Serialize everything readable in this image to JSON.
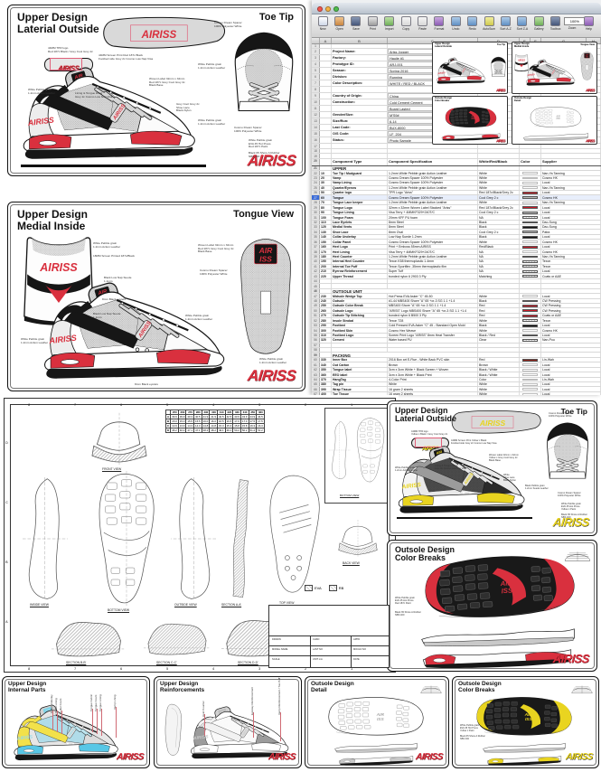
{
  "brand": "AIRISS",
  "brand_stack1": "AIR",
  "brand_stack2": "ISS",
  "colors": {
    "red": "#d9303e",
    "yellow": "#e9d420",
    "black": "#161616",
    "darkred": "#8f1d14",
    "grey": "#b9b9b9",
    "cyan": "#7fd4e8"
  },
  "panels": {
    "upper_lateral_red": {
      "title": "Upper Design\nLaterial Outside",
      "corner": "Toe Tip",
      "annotations": [
        "Cosmo Dream Spacer\n100% Polyester White",
        "44MM  TPR logo\nRed 187c Black / Grey Cool Grey 2c",
        "44MM  Screen Print Red 187c Black\nFootbed side  Grey 2c Cosmo Low Nap Visa",
        "White Pebble grain\n1.2mm Action Leather",
        "Lining & Tongue lining\nGrey 2c Cosmo Low Nap Visa",
        "Woven Label 32mm x 32mm\nRed 187c  Grey Cool Grey 2c\nBlack Base",
        "Grey Cool Grey 2c\nShoe Lace\nBlack-Nylon",
        "White Pebble grain\n1.2mm Action Leather",
        "Cosmo Dream Spacer\n100% Polyester White",
        "White Pebble grain\nEVA 45 Hot Press\nRed 187c Paint",
        "Black 65 Shore A Rubber\nNBS 400",
        "White Pebble grain\n1.2mm Action Leather"
      ]
    },
    "upper_medial": {
      "title": "Upper Design\nMedial Inside",
      "corner": "Tongue View",
      "annotations": [
        "White Pebble grain\n1.2mm Action Leather",
        "18MM  Screen Printed 187c/Black",
        "Black Low Nap Suede\n1.1mm",
        "8mm Black eyelets",
        "Black Low Nap Suede\n1.1mm",
        "Woven Label 32mm x 32mm\nRed 187c  Grey Cool Grey 2c\nBlack Base",
        "Cosmo Dream Spacer\n100% Polyester White",
        "White Pebble grain\n1.2mm Action Leather",
        "White Pebble grain\n1.2mm Action Leather",
        "White Pebble grain\n1.2mm Action Leather",
        "8mm Black eyelets"
      ]
    },
    "upper_lateral_yellow": {
      "title": "Upper Design\nLaterial Outside",
      "corner": "Toe Tip",
      "annotations": [
        "Cosmo Dream Spacer\n100% Polyester White",
        "44MM  TPR logo\nYellow c Black / Grey Cool Grey 2c",
        "44MM  Screen Print Yellow c Black\nFootbed side  Grey 2c Cosmo Low Nap Visa",
        "White Pebble grain\n1.2mm Action Leather",
        "Lining & Tongue lining\nGrey 2c Cosmo Low Nap Visa",
        "Woven Label 32mm x 32mm\nYellow c  Grey Cool Grey 2c\nBlack Base",
        "White\nShoe Lace\nBlack-Nylon",
        "Black Pebble grain\n1.2mm Suede Leather",
        "Cosmo Dream Spacer\n100% Polyester White",
        "White Pebble grain\nEVA 45 Hot Press\nYellow c Paint",
        "Black 65 Shore A Rubber\nNBS 400",
        "Black Pebble grain\n1.2mm Suede Leather"
      ]
    },
    "outsole_color_red": {
      "title": "Outsole Design\nColor Breaks",
      "annotations": [
        "White Pebble grain\nEVA 45 Hot Press\nRed 187c Paint",
        "Black 65 Shore A Rubber\nNBS 400"
      ]
    },
    "internal_parts": {
      "title": "Upper Design\nInternal Parts",
      "labels": [
        "Collar Underlay",
        "Collar Lining",
        "Collar Foam",
        "Tongue Fabric",
        "Tongue Foam",
        "Tongue Lining",
        "Vamp Lining"
      ]
    },
    "reinforcements": {
      "title": "Upper Design\nReinforcements",
      "labels": [
        "Heel Counter",
        "Eyestay Reinforcement",
        "Vamp Reinforcement / Toe Puff"
      ]
    },
    "outsole_detail": {
      "title": "Outsole Design\nDetail"
    },
    "outsole_color_yellow": {
      "title": "Outsole Design\nColor Breaks",
      "annotations": [
        "White Pebble grain\nEVA 45 Hot Press\nYellow c Paint",
        "Black 65 Shore A Rubber\nNBS 400"
      ]
    }
  },
  "spreadsheet": {
    "toolbar": [
      "New",
      "Open",
      "Save",
      "Print",
      "Import",
      "Copy",
      "Paste",
      "Format",
      "Undo",
      "Redo",
      "AutoSum",
      "Sort A-Z",
      "Sort Z-A",
      "Gallery",
      "Toolbox",
      "Zoom",
      "Help"
    ],
    "zoom_value": "100%",
    "columns": [
      "A",
      "B",
      "C",
      "D",
      "E",
      "F",
      "G",
      "H"
    ],
    "project": [
      [
        "Project Name:",
        "Ariss Jogger"
      ],
      [
        "Factory:",
        "Haujie #1"
      ],
      [
        "Prototype ID:",
        "ARJ-001"
      ],
      [
        "Season:",
        "Spring 2016"
      ],
      [
        "Division:",
        "Running"
      ],
      [
        "Color Description:",
        "WHITE / RED / BLACK"
      ],
      [
        "",
        ""
      ],
      [
        "Country of Origin:",
        "China"
      ],
      [
        "Construction:",
        "Cold Cement Cement"
      ],
      [
        "",
        "Board Lasted"
      ],
      [
        "Gender/Size:",
        "M'S9#"
      ],
      [
        "Size/Run:",
        "6-14"
      ],
      [
        "Last Code:",
        "BUX-8000"
      ],
      [
        "O/S Code:",
        "LF_204"
      ],
      [
        "Status:",
        "Photo Sample"
      ]
    ],
    "headers": [
      "Component Type",
      "Component Specification",
      "White/Red/Black",
      "Color",
      "Supplier"
    ],
    "sections": [
      {
        "name": "UPPER",
        "rows": [
          [
            "10",
            "Toe Tip / Mudguard",
            "1.2mm White Pebble grain  Action Leather",
            "White",
            null,
            "Nan-Ya Tanning"
          ],
          [
            "20",
            "Vamp",
            "Cosmo Dream Spacer 100% Polyester",
            "White",
            null,
            "Cosmo HK"
          ],
          [
            "30",
            "Vamp Lining",
            "Cosmo Dream Spacer 100% Polyester",
            "White",
            null,
            "Local"
          ],
          [
            "40",
            "Quarter/Eyerow",
            "1.2mm White Pebble grain  Action Leather",
            "White",
            null,
            "Nan-Ya Tanning"
          ],
          [
            "50",
            "Quarter logo",
            "TPR Logo  \"Ariss\"",
            "Red 187c/Black/Grey 2c",
            "red",
            "Local"
          ],
          [
            "60",
            "Tongue",
            "Cosmo Dream Spacer 100% Polyester",
            "Cool Grey 2 c",
            "grey",
            "Cosmo HK"
          ],
          [
            "70",
            "Tongue Lace keeper",
            "1.2mm White Pebble grain  Action Leather",
            "White",
            null,
            "Nan-Ya Tanning"
          ],
          [
            "80",
            "Tongue Logo",
            "32mm x 32mm Woven Label Stacked \"Ariss\"",
            "Red 187c/Black/Grey 2c",
            "red",
            "Local"
          ],
          [
            "90",
            "Tongue Lining",
            "Visa Terry + 4MMKF329+240T/C",
            "Cool Grey 2 c",
            "grey",
            "Local"
          ],
          [
            "100",
            "Tongue Foam",
            "20mm KFF   PU foam",
            "NA",
            "hatch",
            "Local"
          ],
          [
            "110",
            "Lace Eyelets",
            "8mm Steel",
            "Black",
            "black",
            "Dao-Sung"
          ],
          [
            "120",
            "Medial Vents",
            "8mm Steel",
            "Black",
            "black",
            "Dao-Sung"
          ],
          [
            "130",
            "Shoe Lace",
            "8mm Oval",
            "Cool Grey 2 c",
            "grey",
            "Patra"
          ],
          [
            "140",
            "Collar Underlay",
            "Low Nap Suede 1.2mm",
            "Black",
            "black",
            "Local"
          ],
          [
            "150",
            "Collar Panel",
            "Cosmo Dream Spacer 100% Polyester",
            "White",
            null,
            "Cosmo HK"
          ],
          [
            "160",
            "Heel Logo",
            "Print + Emboss 55mm AIRISS",
            "Red/Black",
            "red",
            "Local"
          ],
          [
            "170",
            "Heel Lining",
            "Visa Terry + 4MMKF329+240T/C",
            "NA",
            null,
            "Cosmo HK"
          ],
          [
            "180",
            "Heel Counter",
            "1.2mm White Pebble grain  Action Leather",
            "NA",
            "hatch",
            "Nan-Ya Tanning"
          ],
          [
            "190",
            "Internal Heel Counter",
            "Texon K58 thermoplastic  1.4mm",
            "NA",
            "hatch",
            "Texon"
          ],
          [
            "200",
            "Internal Toe Puff",
            "Texon Sportflex  .35mm  thermoplastic film",
            "NA",
            "hatch",
            "Texon"
          ],
          [
            "210",
            "Eyerow Reinforcement",
            "Super Tuff",
            "NA",
            "hatch",
            "Local"
          ],
          [
            "220",
            "Upper Thread",
            "bonded nylon 6  2903  3 Ply",
            "Matching",
            "hatch",
            "Coats or A&E"
          ]
        ]
      },
      {
        "name": "OUTSOLE UNIT",
        "rows": [
          [
            "230",
            "Midsole Wedge Top",
            "Hot Press  EVA Asker \"C\"  45-50",
            "White",
            null,
            "Local"
          ],
          [
            "240",
            "Outsole",
            "#1-44  MBS400 Shore \"A\" 65   +or-3   SG 1.1 +1.4",
            "Black",
            "black",
            "CW Pressing"
          ],
          [
            "250",
            "Outsole Color Break",
            "MBS400 Shore \"A\" 65   +or-3   SG 1.1 +1.4",
            "Red",
            "red",
            "CW Pressing"
          ],
          [
            "260",
            "Outsole Logo",
            "\"ARISS\" Logo  MBS400 Shore \"A\" 65  +or-3  SG 1.1 +1.4",
            "Red",
            "red",
            "CW Pressing"
          ],
          [
            "270",
            "Outsole Tip Stitching",
            "bonded nylon 6  B500  3 Ply",
            "Red",
            "red",
            "Coats or A&E"
          ],
          [
            "280",
            "Insole Strobal",
            "Texon  T28",
            "White",
            "hatch",
            "Texon"
          ],
          [
            "290",
            "Footbed",
            "Cold Pressed EVA  Asker \"C\" 45 - Standard Open Mold",
            "Black",
            "black",
            "Local"
          ],
          [
            "300",
            "Footbed Skin",
            "Cosmo Hex Weave",
            "White",
            null,
            "Cosmo HK"
          ],
          [
            "310",
            "Footbed Logo",
            "Screen Print Logo \"ARISS\"   8mm Heat Transfer",
            "Black / Red",
            "red",
            "Local"
          ],
          [
            "320",
            "Cement",
            "Water based PU",
            "Clear",
            "hatch",
            "Nan-Pou"
          ]
        ]
      },
      {
        "name": "PACKING",
        "rows": [
          [
            "330",
            "Inner Box",
            "2016  Box art   E-Flue - White Back PVC skin",
            "Red",
            "darkred",
            "Lin-Wah"
          ],
          [
            "340",
            "Out Carton",
            "Brown",
            "Brown",
            null,
            "Local"
          ],
          [
            "350",
            "Tongue label",
            "3cm x 3cm White + Black Screen + Woven",
            "Black / White",
            null,
            "Local"
          ],
          [
            "360",
            "EEO label",
            "3cm x 3cm   White + Black Print",
            "Black / White",
            null,
            "Local"
          ],
          [
            "370",
            "HangTag",
            "4-Color Print",
            "Color",
            null,
            "Lin-Wah"
          ],
          [
            "380",
            "Tag pin",
            "White",
            "White",
            null,
            "Local"
          ],
          [
            "390",
            "Wrap Tissue",
            "16 gram  2 sheets",
            "White",
            null,
            "Local"
          ],
          [
            "400",
            "Toe Tissue",
            "16 gram  2 sheets",
            "White",
            null,
            "Local"
          ]
        ]
      }
    ],
    "thumbs": [
      {
        "title": "Upper Design\nLateral Outside",
        "corner": "Toe Tip"
      },
      {
        "title": "Upper Design\nMedial Inside",
        "corner": "Tongue View"
      },
      {
        "title": "Outsole Design\nColor Breaks",
        "corner": ""
      },
      {
        "title": "Outsole Design\nDetail",
        "corner": ""
      }
    ]
  },
  "blueprint": {
    "views": {
      "front": "FRONT VIEW",
      "inside": "INSIDE VIEW",
      "bottom": "BOTTOM VIEW",
      "outside": "OUTSIDE VIEW",
      "seca": "SECTION A-A'",
      "top": "TOP VIEW",
      "back": "BACK VIEW",
      "secb": "SECTION B-B'",
      "secc": "SECTION C-C'",
      "secd": "SECTION D-D'",
      "bottom2": "BOTTOM VIEW"
    },
    "legend": [
      "EVA",
      "RB"
    ],
    "ruler_numbers": [
      "8",
      "7",
      "6",
      "5",
      "4",
      "3",
      "2",
      "1"
    ],
    "ruler_letters": [
      "D",
      "C",
      "B",
      "A"
    ],
    "dim_table": {
      "sizes": [
        "250",
        "260",
        "270",
        "280",
        "290",
        "300",
        "310",
        "320",
        "330",
        "340",
        "350",
        "360"
      ],
      "rows": [
        {
          "label": "A",
          "values": [
            "39.9",
            "39.9",
            "40.3",
            "40.5",
            "41.9",
            "41.9",
            "42.5",
            "42.5",
            "43.9",
            "43.9",
            "44.9",
            "44.5"
          ]
        },
        {
          "label": "B",
          "values": [
            "15.0",
            "15.0",
            "15.5",
            "15.5",
            "16.0",
            "16.0",
            "16.5",
            "16.5",
            "17.0",
            "17.0",
            "17.5",
            "17.5"
          ]
        },
        {
          "label": "C",
          "values": [
            "13.9",
            "13.9",
            "14.3",
            "14.3",
            "14.8",
            "14.8",
            "15.3",
            "15.3",
            "15.8",
            "15.8",
            "16.3",
            "16.3"
          ]
        },
        {
          "label": "D",
          "values": [
            "46.2",
            "46.2",
            "47.1",
            "47.1",
            "48.2",
            "48.2",
            "49.1",
            "49.1",
            "50.2",
            "50.2",
            "51.2",
            "51.2"
          ]
        }
      ]
    },
    "title_block": [
      "DRAWN",
      "CHKD",
      "APPD",
      "MODEL NAME",
      "LAST NO",
      "MOULD NO",
      "SCALE",
      "UNIT  mm",
      "DATE"
    ]
  }
}
